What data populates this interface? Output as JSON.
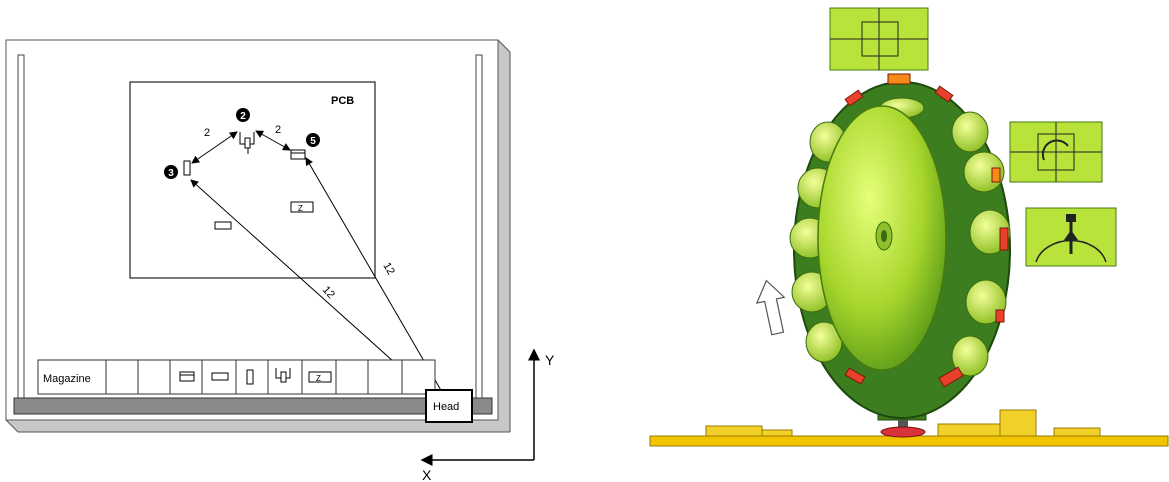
{
  "left_diagram": {
    "pcb_label": "PCB",
    "magazine_label": "Magazine",
    "head_label": "Head",
    "axis_x_label": "X",
    "axis_y_label": "Y",
    "component_markers": [
      "2",
      "3",
      "5"
    ],
    "path_labels": {
      "path_3_2": "2",
      "path_2_5": "2",
      "path_head_3": "12",
      "path_head_5": "12"
    },
    "component_glyph": "Z"
  },
  "right_diagram": {
    "description_visible_text": ""
  }
}
